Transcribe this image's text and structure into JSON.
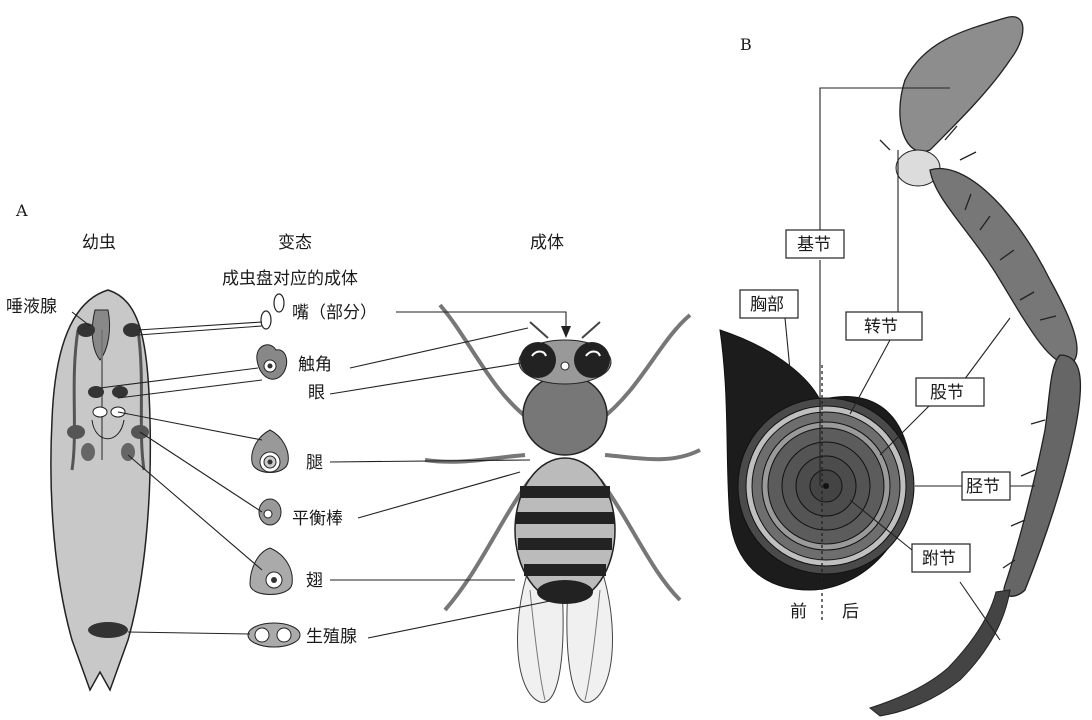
{
  "panel_a": {
    "letter": "A",
    "col_larva": "幼虫",
    "col_metamorphosis": "变态",
    "col_adult": "成体",
    "subheading": "成虫盘对应的成体",
    "salivary_gland": "唾液腺",
    "mouth": "嘴（部分）",
    "antenna": "触角",
    "eye": "眼",
    "leg": "腿",
    "haltere": "平衡棒",
    "wing": "翅",
    "genitalia": "生殖腺"
  },
  "panel_b": {
    "letter": "B",
    "coxa": "基节",
    "thorax": "胸部",
    "trochanter": "转节",
    "femur": "股节",
    "tibia": "胫节",
    "tarsus": "跗节",
    "anterior": "前",
    "posterior": "后"
  }
}
